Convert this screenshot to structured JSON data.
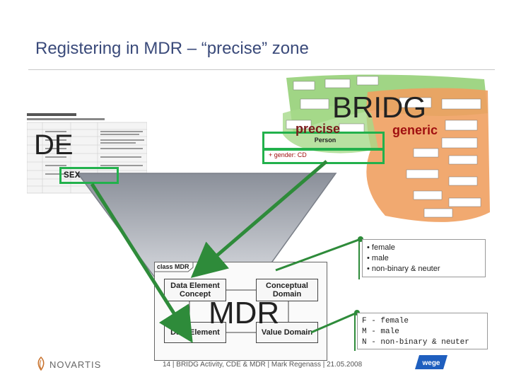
{
  "slide": {
    "title": "Registering in MDR – “precise” zone",
    "labels": {
      "de": "DE",
      "bridg": "BRIDG",
      "mdr": "MDR",
      "precise": "precise",
      "generic": "generic",
      "sex": "SEX"
    },
    "person_class": {
      "name": "Person",
      "attribute": "+  gender: CD"
    },
    "uml_diagram": {
      "caption": "class MDR",
      "boxes": [
        {
          "label": "Data Element Concept"
        },
        {
          "label": "Conceptual Domain"
        },
        {
          "label": "Data Element"
        },
        {
          "label": "Value Domain"
        }
      ]
    },
    "permissible_values": [
      "• female",
      "• male",
      "• non-binary & neuter"
    ],
    "codes": [
      "F - female",
      "M - male",
      "N - non-binary & neuter"
    ],
    "footer": "14 | BRIDG Activity, CDE & MDR | Mark Regenass | 21.05.2008",
    "company": "NOVARTIS",
    "badge": "wege"
  },
  "colors": {
    "title": "#3a4a7a",
    "green": "#22b14c",
    "arrow": "#2e8b3a",
    "orange_zone": "#f0a060",
    "green_zone": "#8fce70",
    "triangle": "#b8bcc4"
  }
}
